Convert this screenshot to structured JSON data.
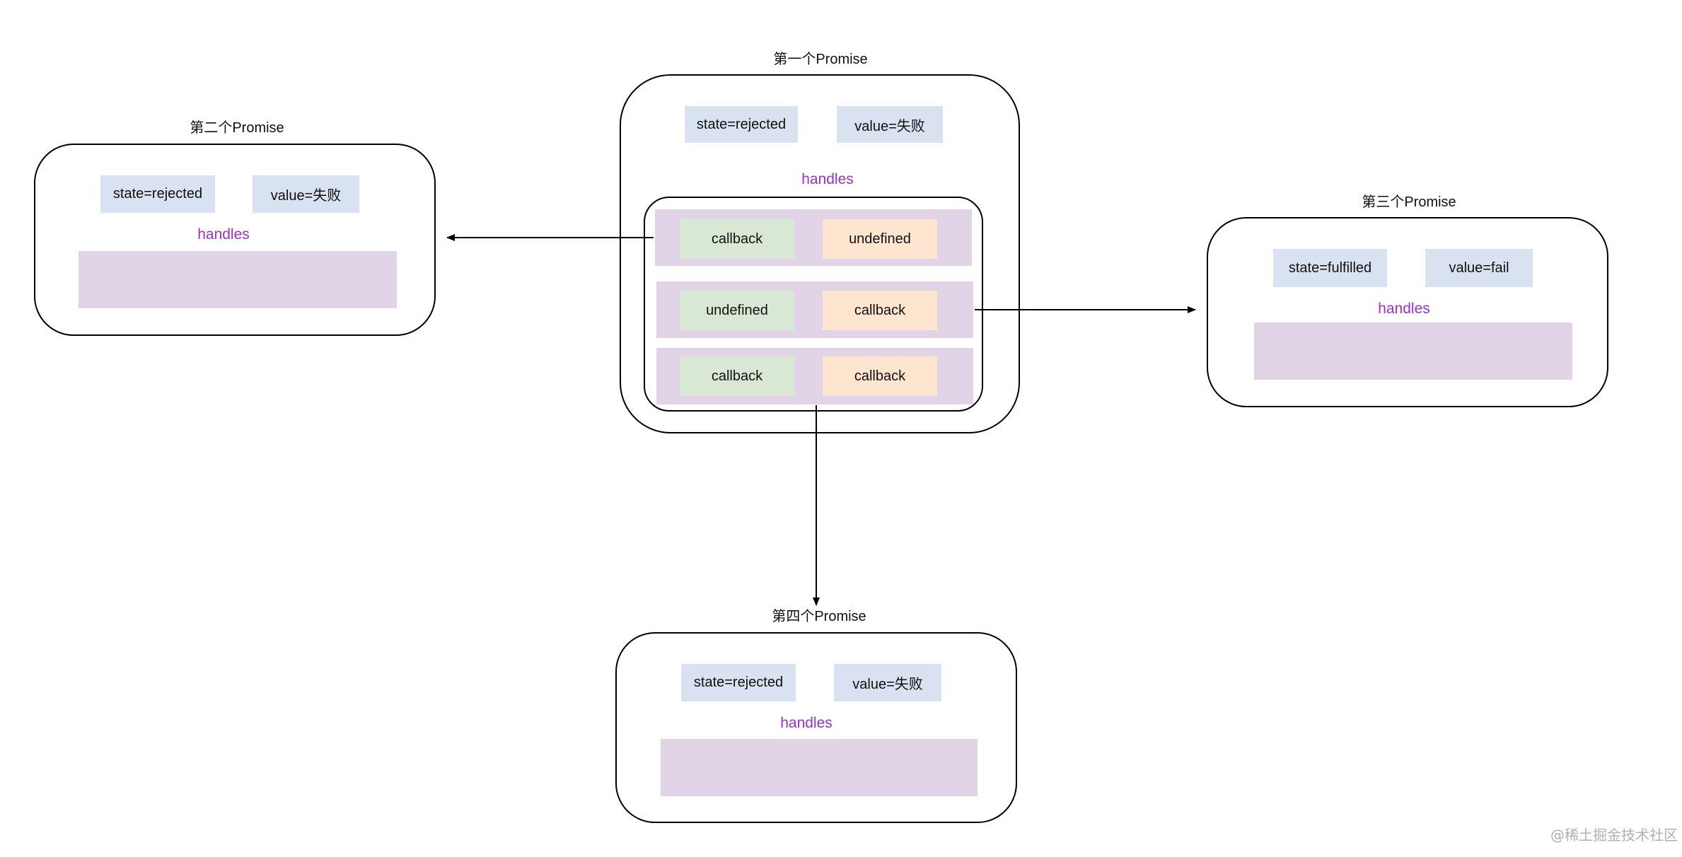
{
  "p1": {
    "title": "第一个Promise",
    "state": "state=rejected",
    "value": "value=失败",
    "handles": "handles",
    "rows": [
      {
        "left": "callback",
        "right": "undefined"
      },
      {
        "left": "undefined",
        "right": "callback"
      },
      {
        "left": "callback",
        "right": "callback"
      }
    ]
  },
  "p2": {
    "title": "第二个Promise",
    "state": "state=rejected",
    "value": "value=失败",
    "handles": "handles"
  },
  "p3": {
    "title": "第三个Promise",
    "state": "state=fulfilled",
    "value": "value=fail",
    "handles": "handles"
  },
  "p4": {
    "title": "第四个Promise",
    "state": "state=rejected",
    "value": "value=失败",
    "handles": "handles"
  },
  "watermark": "@稀土掘金技术社区",
  "colors": {
    "state_chip": "#d9e2f0",
    "callback_chip": "#d9e8d5",
    "handler_chip": "#fde5cf",
    "handles_lane": "#e1d4e6",
    "handles_label": "#9b30c9"
  }
}
